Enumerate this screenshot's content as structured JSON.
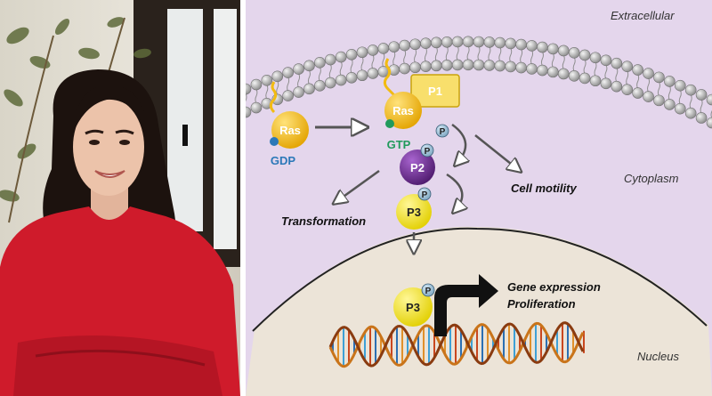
{
  "photo": {
    "subject": "portrait"
  },
  "diagram": {
    "regions": {
      "extracellular": "Extracellular",
      "cytoplasm": "Cytoplasm",
      "nucleus": "Nucleus"
    },
    "molecules": {
      "ras_inactive": "Ras",
      "ras_active": "Ras",
      "gdp": "GDP",
      "gtp": "GTP",
      "p1": "P1",
      "p2": "P2",
      "p3_cyto": "P3",
      "p3_nucleus": "P3",
      "phosphate": "P"
    },
    "outcomes": {
      "transformation": "Transformation",
      "cell_motility": "Cell motility",
      "gene_expression": "Gene expression",
      "proliferation": "Proliferation"
    },
    "colors": {
      "cytoplasm_bg": "#e4d6ec",
      "nucleus_bg": "#ece4d8",
      "ras_yellow": "#f2bb12",
      "p1_fill": "#f8df6c",
      "p2_purple": "#6a2d8f",
      "p3_yellow": "#f4e21c",
      "gdp_blue": "#2b78b8",
      "gtp_green": "#219a5c"
    }
  }
}
